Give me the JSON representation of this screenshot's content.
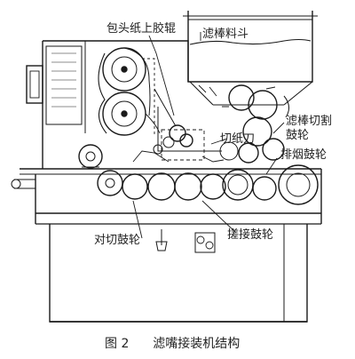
{
  "labels": {
    "hopper": "滤棒料斗",
    "tipping_paper_roller": "包头纸上胶辊",
    "paper_knife": "切纸刀",
    "filter_cut_drum_line1": "滤棒切割",
    "filter_cut_drum_line2": "鼓轮",
    "cig_drum": "排烟鼓轮",
    "pair_cut_drum": "对切鼓轮",
    "rolling_drum": "搓接鼓轮"
  },
  "caption": {
    "number": "图 2",
    "title": "滤嘴接装机结构"
  },
  "colors": {
    "ink": "#1a1a1a",
    "background": "#ffffff"
  }
}
